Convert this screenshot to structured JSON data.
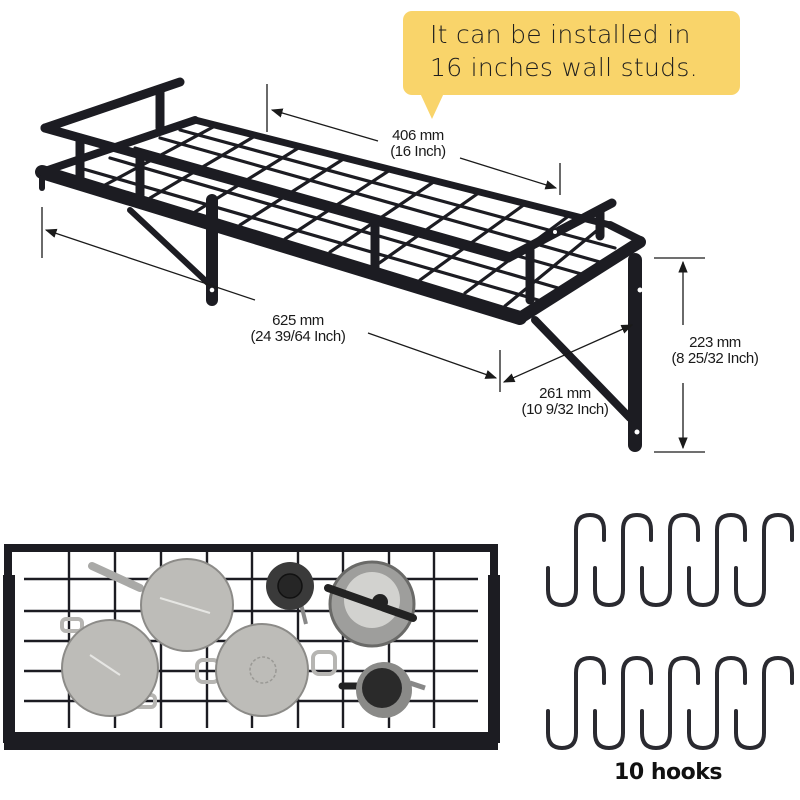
{
  "callout": {
    "line1": "It can be installed in",
    "line2": "16 inches wall studs.",
    "color": "#f9d46a"
  },
  "dimensions": {
    "stud_spacing": {
      "metric": "406 mm",
      "imperial": "(16 Inch)"
    },
    "length": {
      "metric": "625 mm",
      "imperial": "(24 39/64 Inch)"
    },
    "depth": {
      "metric": "261 mm",
      "imperial": "(10 9/32 Inch)"
    },
    "height": {
      "metric": "223 mm",
      "imperial": "(8 25/32 Inch)"
    }
  },
  "product": {
    "rack_color": "#1c1c22",
    "top_view_items": [
      "saucepan",
      "frying-pan",
      "stock-pot",
      "casserole-pot",
      "small-jug",
      "kettle",
      "coffee-pot"
    ]
  },
  "hooks": {
    "count_label": "10 hooks",
    "rows": 2,
    "per_row": 5
  }
}
